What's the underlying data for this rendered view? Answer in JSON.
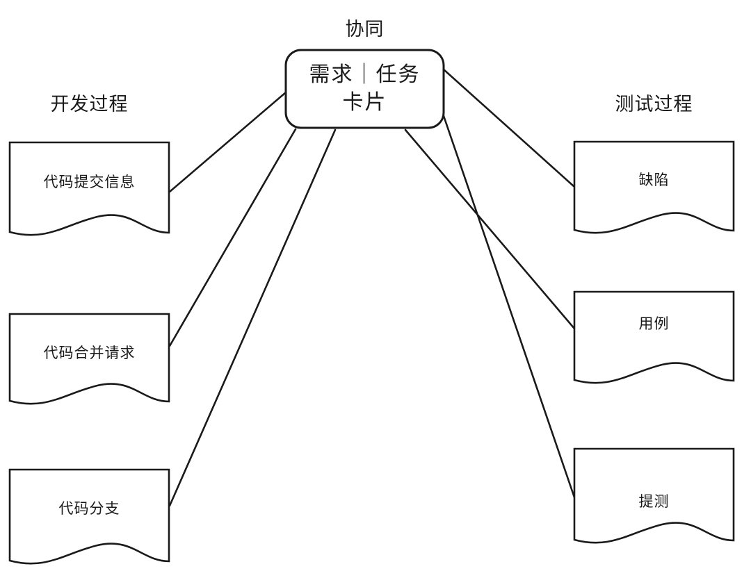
{
  "diagram": {
    "title": "协同",
    "center_node": {
      "line1": "需求｜任务",
      "line2": "卡片"
    },
    "columns": [
      {
        "side": "left",
        "header": "开发过程",
        "nodes": [
          {
            "label": "代码提交信息"
          },
          {
            "label": "代码合并请求"
          },
          {
            "label": "代码分支"
          }
        ]
      },
      {
        "side": "right",
        "header": "测试过程",
        "nodes": [
          {
            "label": "缺陷"
          },
          {
            "label": "用例"
          },
          {
            "label": "提测"
          }
        ]
      }
    ],
    "connections": [
      {
        "from": "center_node",
        "to": "代码提交信息"
      },
      {
        "from": "center_node",
        "to": "代码合并请求"
      },
      {
        "from": "center_node",
        "to": "代码分支"
      },
      {
        "from": "center_node",
        "to": "缺陷"
      },
      {
        "from": "center_node",
        "to": "用例"
      },
      {
        "from": "center_node",
        "to": "提测"
      }
    ],
    "style": {
      "stroke": "#1a1a1a",
      "fill": "#ffffff",
      "background": "#ffffff"
    }
  }
}
